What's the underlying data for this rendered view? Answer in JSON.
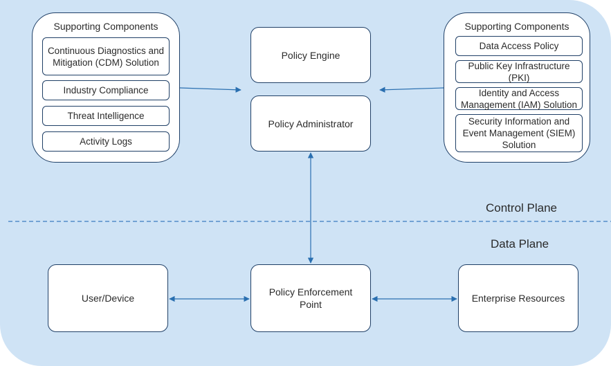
{
  "left_group": {
    "title": "Supporting Components",
    "items": [
      "Continuous Diagnostics and Mitigation (CDM) Solution",
      "Industry Compliance",
      "Threat Intelligence",
      "Activity Logs"
    ]
  },
  "right_group": {
    "title": "Supporting Components",
    "items": [
      "Data Access Policy",
      "Public Key Infrastructure (PKI)",
      "Identity and Access Management (IAM) Solution",
      "Security Information and Event Management (SIEM) Solution"
    ]
  },
  "center": {
    "policy_engine": "Policy Engine",
    "policy_administrator": "Policy Administrator",
    "policy_enforcement_point": "Policy Enforcement Point"
  },
  "data_plane_nodes": {
    "user_device": "User/Device",
    "enterprise_resources": "Enterprise Resources"
  },
  "planes": {
    "control": "Control Plane",
    "data": "Data Plane"
  },
  "colors": {
    "background": "#cfe3f5",
    "border": "#1f3f66",
    "arrow": "#2a6fb0",
    "divider": "#3a7cc0"
  }
}
